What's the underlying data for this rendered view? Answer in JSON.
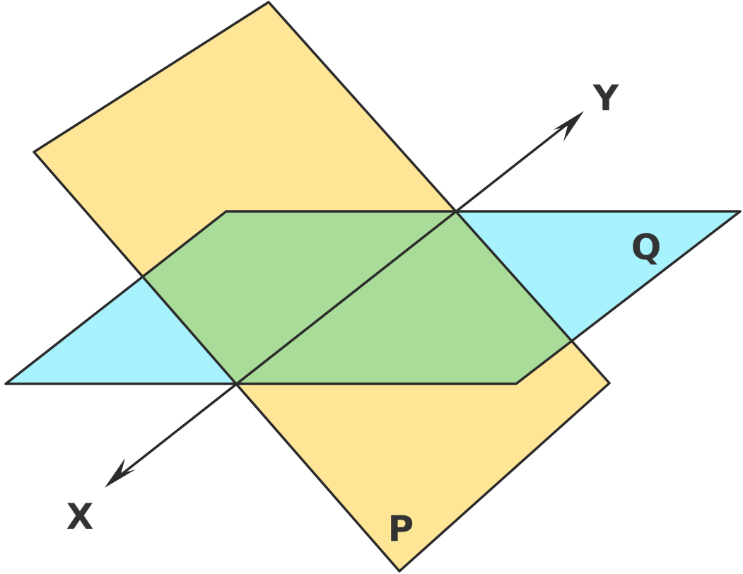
{
  "diagram": {
    "colors": {
      "plane_p": "#FFE596",
      "plane_q": "#A8F2FD",
      "overlap": "#A8DC98",
      "stroke": "#2B2B2B",
      "label": "#333333"
    },
    "planes": [
      {
        "id": "P",
        "label": "P"
      },
      {
        "id": "Q",
        "label": "Q"
      }
    ],
    "line_of_intersection": {
      "ends": [
        {
          "id": "X",
          "label": "X"
        },
        {
          "id": "Y",
          "label": "Y"
        }
      ]
    }
  }
}
